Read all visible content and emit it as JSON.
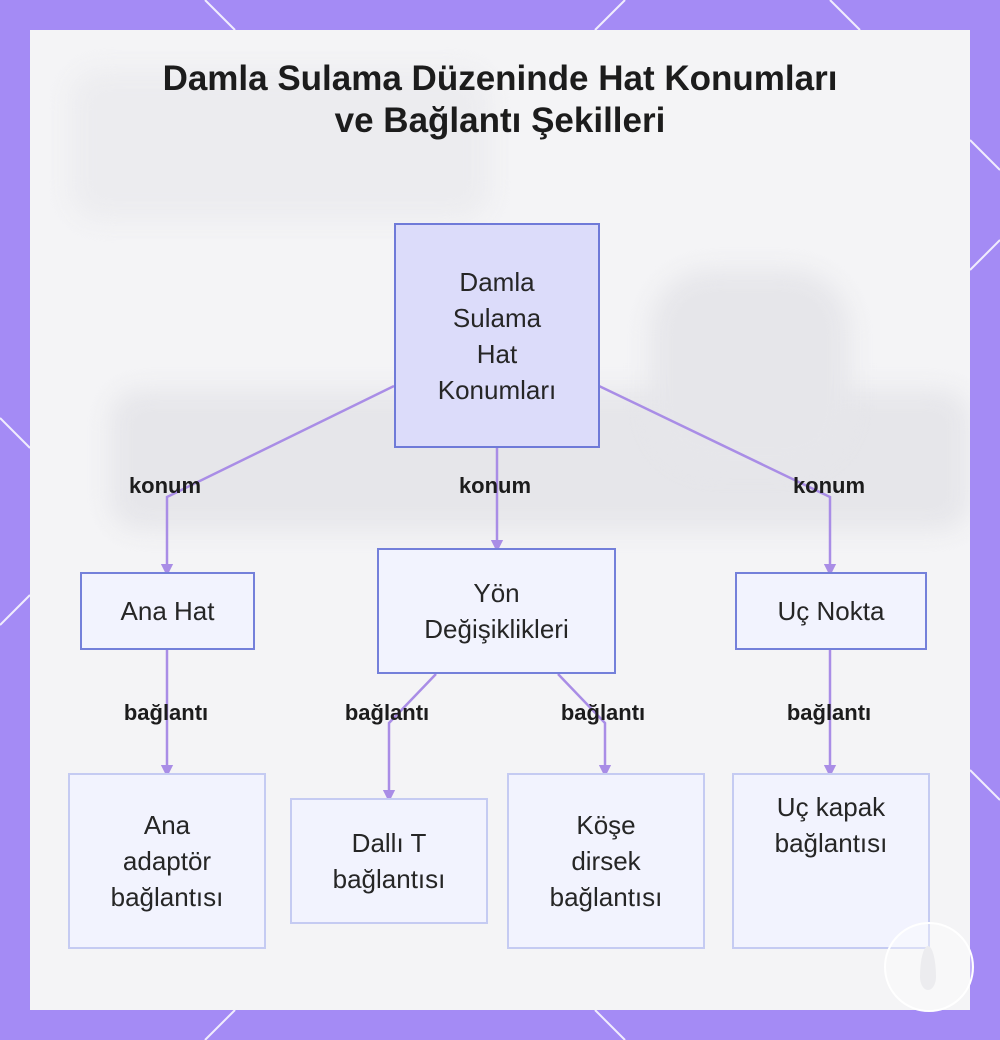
{
  "title": {
    "line1": "Damla Sulama Düzeninde Hat Konumları",
    "line2": "ve Bağlantı Şekilleri"
  },
  "colors": {
    "frame": "#a48bf5",
    "edge": "#a98de6",
    "root_fill": "#dcdcfa",
    "root_border": "#6f7ad8",
    "node_fill": "#f2f3fe",
    "leaf_border": "#c5cbf2"
  },
  "nodes": {
    "root": "Damla\nSulama\nHat\nKonumları",
    "ana_hat": "Ana Hat",
    "yon_degisiklikleri": "Yön\nDeğişiklikleri",
    "uc_nokta": "Uç Nokta",
    "ana_adaptor": "Ana\nadaptör\nbağlantısı",
    "dalli_t": "Dallı T\nbağlantısı",
    "kose_dirsek": "Köşe\ndirsek\nbağlantısı",
    "uc_kapak": "Uç kapak\nbağlantısı"
  },
  "edge_labels": {
    "konum": "konum",
    "baglanti": "bağlantı"
  },
  "icons": [
    "leaf-logo-icon"
  ]
}
